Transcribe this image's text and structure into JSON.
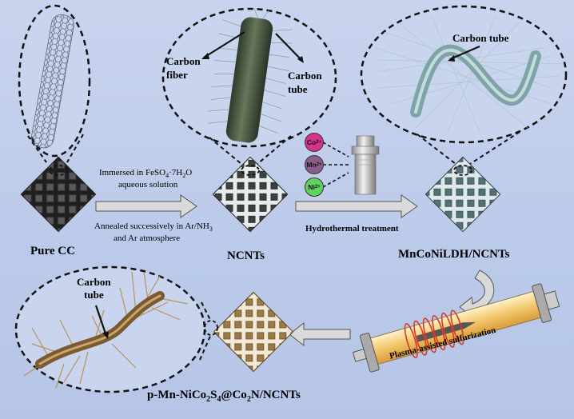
{
  "labels": {
    "pure_cc": "Pure CC",
    "ncnts": "NCNTs",
    "mnconildh": "MnCoNiLDH/NCNTs",
    "final_prefix": "p-Mn-NiCo",
    "final_sub1": "2",
    "final_mid1": "S",
    "final_sub2": "4",
    "final_mid2": "@Co",
    "final_sub3": "2",
    "final_suffix": "N/NCNTs",
    "carbon_fiber": "Carbon\nfiber",
    "carbon_tube_1": "Carbon\ntube",
    "carbon_tube_2": "Carbon tube",
    "carbon_tube_3": "Carbon\ntube"
  },
  "steps": {
    "immersed_line1": "Immersed in FeSO",
    "immersed_sub": "4",
    "immersed_rest": "·7H",
    "immersed_sub2": "2",
    "immersed_end": "O",
    "aqueous": "aqueous solution",
    "annealed_line1": "Annealed successively in Ar/NH",
    "annealed_sub": "3",
    "annealed_line2": "and Ar atmosphere",
    "hydrothermal": "Hydrothermal treatment",
    "plasma": "Plasma-assisted sulfurization"
  },
  "ions": [
    {
      "label": "Co",
      "charge": "2+",
      "color": "#d6338a"
    },
    {
      "label": "Mn",
      "charge": "2+",
      "color": "#8a5e8a"
    },
    {
      "label": "Ni",
      "charge": "2+",
      "color": "#5fd35f"
    }
  ],
  "colors": {
    "background": "#c0cdea",
    "cc_fabric": "#3a3a3a",
    "ncnt_fabric": "#2e3430",
    "ldh_fabric": "#4a6468",
    "final_fabric": "#8a6a3a",
    "arrow_fill": "#d9d9d9"
  }
}
